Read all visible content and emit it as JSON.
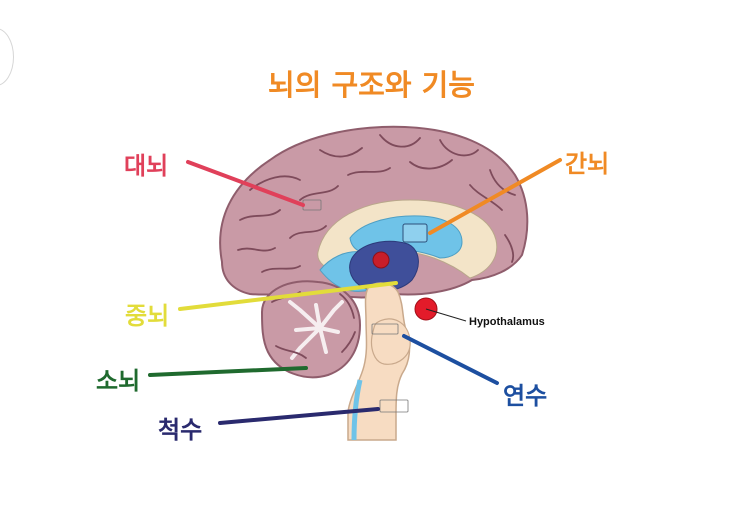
{
  "title": "뇌의 구조와 기능",
  "colors": {
    "title": "#f08a24",
    "cerebrum": "#e0405a",
    "diencephalon": "#f08a24",
    "midbrain": "#e2dc3a",
    "cerebellum": "#1f6a2e",
    "medulla": "#1d4fa0",
    "spinal_cord": "#2a2a6e",
    "brain_fill": "#c99aa6",
    "brain_stroke": "#8f5d6c",
    "ventricle": "#6fc3e8",
    "stem": "#f7dcc2"
  },
  "labels": {
    "cerebrum": "대뇌",
    "diencephalon": "간뇌",
    "midbrain": "중뇌",
    "cerebellum": "소뇌",
    "medulla": "연수",
    "spinal_cord": "척수"
  },
  "annotations": {
    "hypothalamus": "Hypothalamus"
  }
}
